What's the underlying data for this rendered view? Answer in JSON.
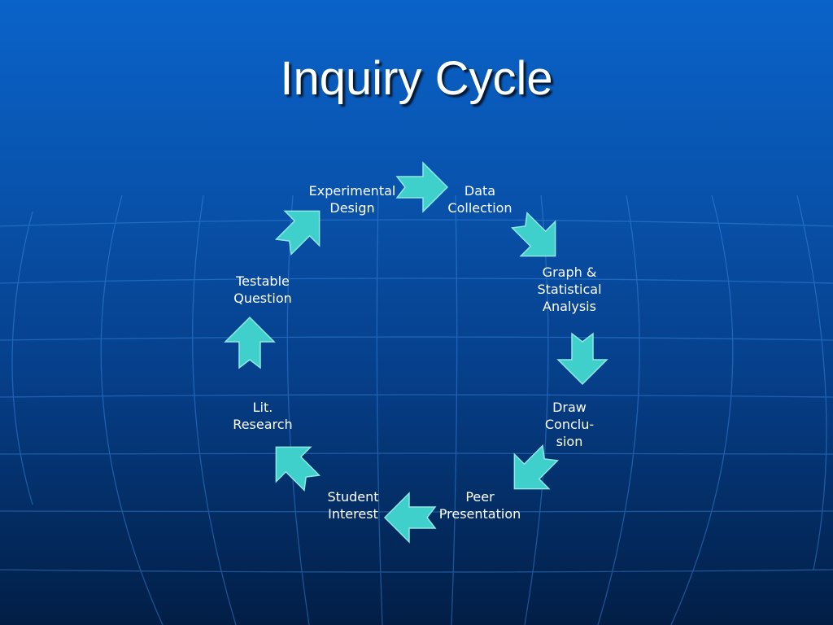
{
  "slide": {
    "title": "Inquiry Cycle",
    "colors": {
      "arrow_fill": "#3fd0cc",
      "arrow_stroke": "#8fe8e4",
      "background": "#0853ad"
    }
  },
  "cycle": {
    "steps": [
      {
        "lines": [
          "Data",
          "Collection"
        ]
      },
      {
        "lines": [
          "Graph &",
          "Statistical",
          "Analysis"
        ]
      },
      {
        "lines": [
          "Draw",
          "Conclu-",
          "sion"
        ]
      },
      {
        "lines": [
          "Peer",
          "Presentation"
        ]
      },
      {
        "lines": [
          "Student",
          "Interest"
        ]
      },
      {
        "lines": [
          "Lit.",
          "Research"
        ]
      },
      {
        "lines": [
          "Testable",
          "Question"
        ]
      },
      {
        "lines": [
          "Experimental",
          "Design"
        ]
      }
    ]
  }
}
